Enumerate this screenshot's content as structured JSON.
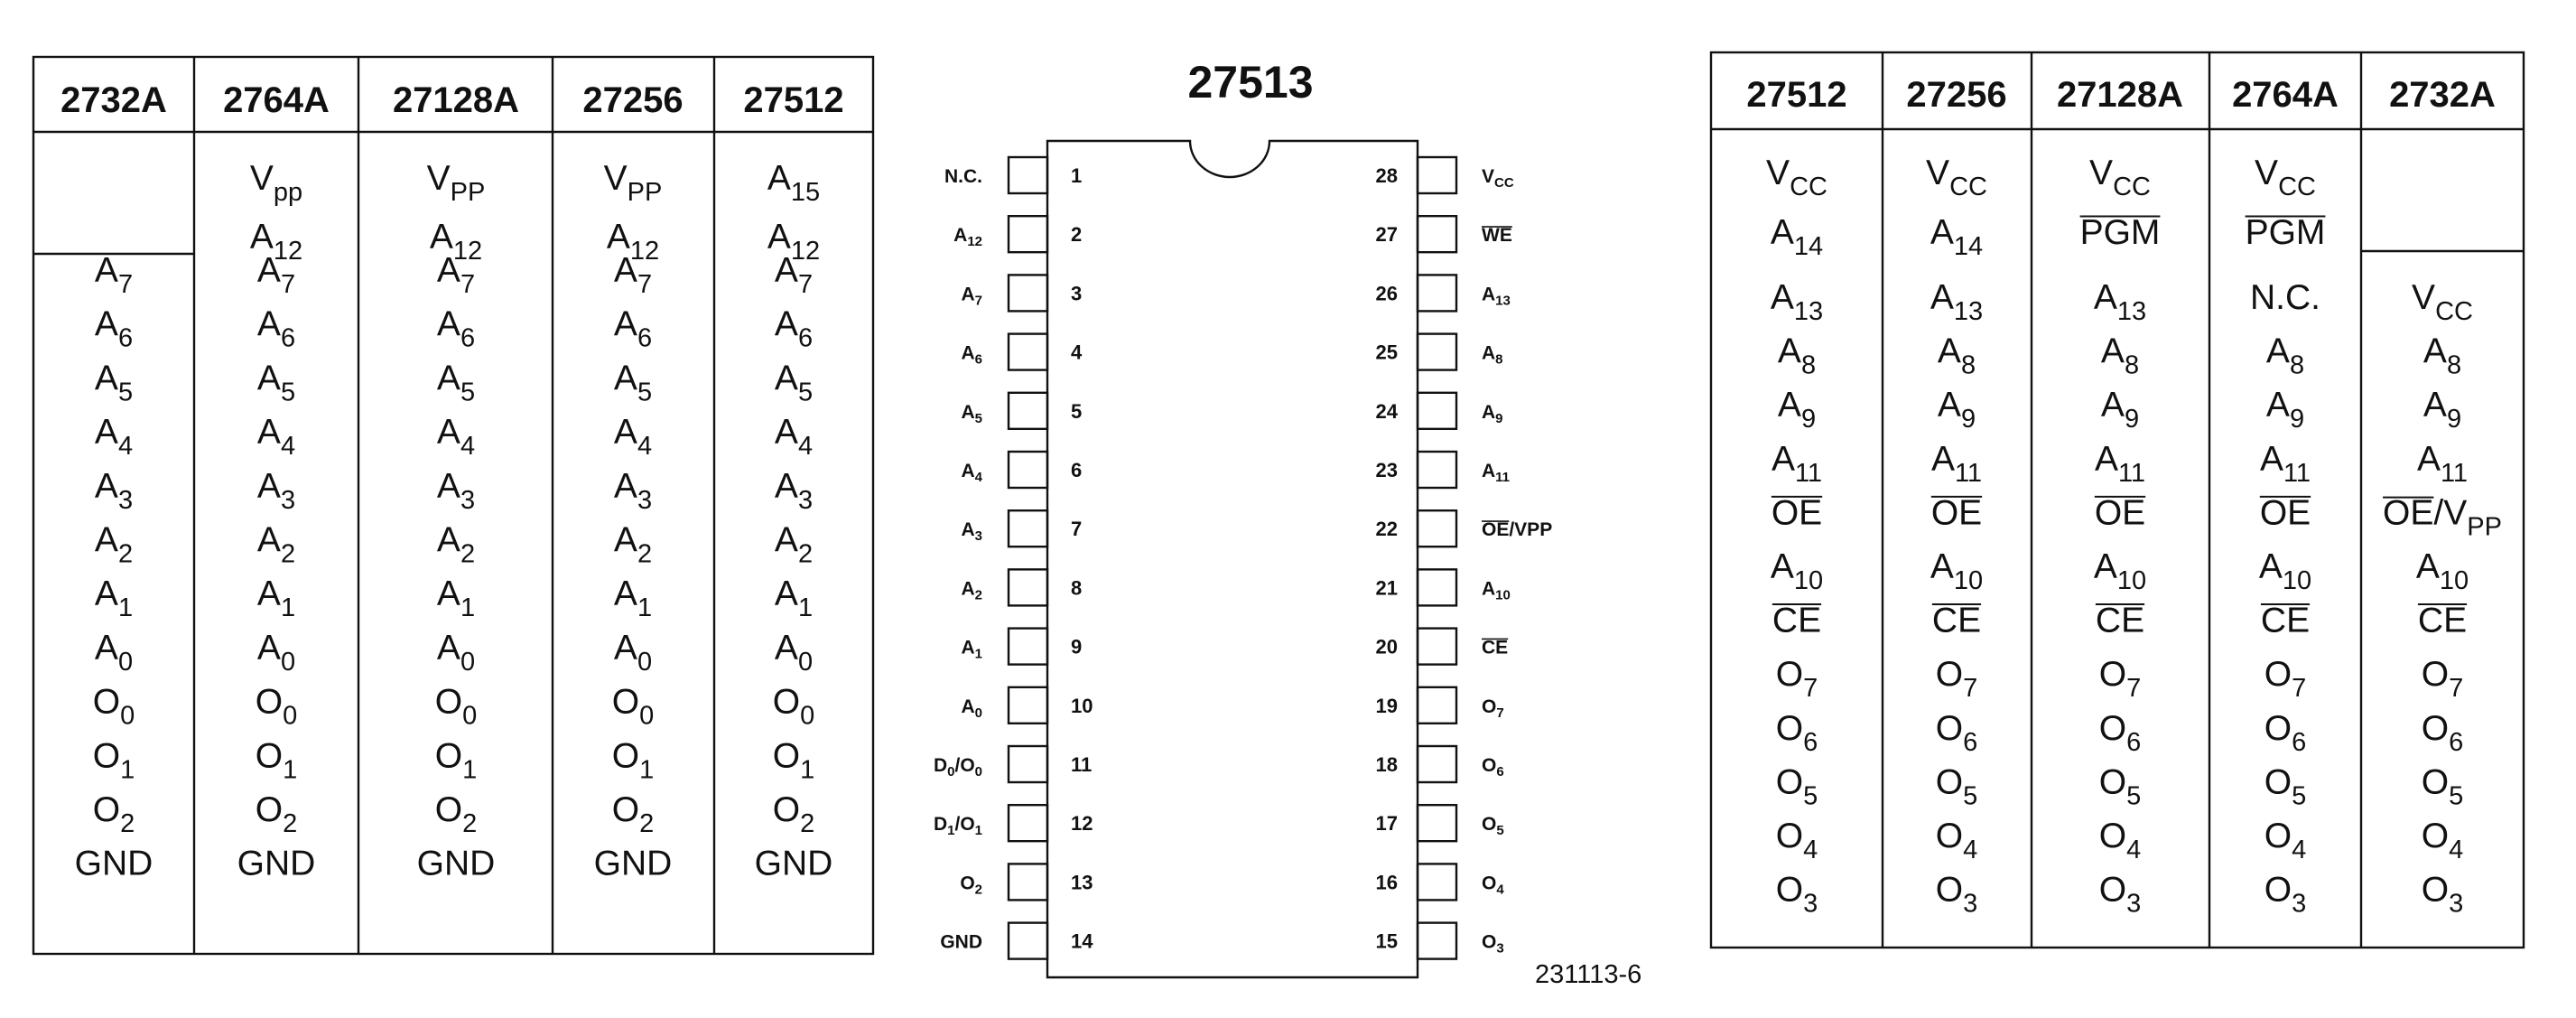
{
  "figure_id": "231113-6",
  "chip": {
    "title": "27513",
    "pins_left": [
      {
        "num": "1",
        "label": "N.C."
      },
      {
        "num": "2",
        "label": "A_{12}"
      },
      {
        "num": "3",
        "label": "A_{7}"
      },
      {
        "num": "4",
        "label": "A_{6}"
      },
      {
        "num": "5",
        "label": "A_{5}"
      },
      {
        "num": "6",
        "label": "A_{4}"
      },
      {
        "num": "7",
        "label": "A_{3}"
      },
      {
        "num": "8",
        "label": "A_{2}"
      },
      {
        "num": "9",
        "label": "A_{1}"
      },
      {
        "num": "10",
        "label": "A_{0}"
      },
      {
        "num": "11",
        "label": "D_{0}/O_{0}"
      },
      {
        "num": "12",
        "label": "D_{1}/O_{1}"
      },
      {
        "num": "13",
        "label": "O_{2}"
      },
      {
        "num": "14",
        "label": "GND"
      }
    ],
    "pins_right": [
      {
        "num": "28",
        "label": "V_{CC}"
      },
      {
        "num": "27",
        "label": "~WE~"
      },
      {
        "num": "26",
        "label": "A_{13}"
      },
      {
        "num": "25",
        "label": "A_{8}"
      },
      {
        "num": "24",
        "label": "A_{9}"
      },
      {
        "num": "23",
        "label": "A_{11}"
      },
      {
        "num": "22",
        "label": "~OE~/VPP"
      },
      {
        "num": "21",
        "label": "A_{10}"
      },
      {
        "num": "20",
        "label": "~CE~"
      },
      {
        "num": "19",
        "label": "O_{7}"
      },
      {
        "num": "18",
        "label": "O_{6}"
      },
      {
        "num": "17",
        "label": "O_{5}"
      },
      {
        "num": "16",
        "label": "O_{4}"
      },
      {
        "num": "15",
        "label": "O_{3}"
      }
    ]
  },
  "left_table": {
    "columns": [
      {
        "header": "2732A",
        "top": [],
        "rows": [
          "A_{7}",
          "A_{6}",
          "A_{5}",
          "A_{4}",
          "A_{3}",
          "A_{2}",
          "A_{1}",
          "A_{0}",
          "O_{0}",
          "O_{1}",
          "O_{2}",
          "GND"
        ]
      },
      {
        "header": "2764A",
        "top": [
          "V_{pp}",
          "A_{12}"
        ],
        "rows": [
          "A_{7}",
          "A_{6}",
          "A_{5}",
          "A_{4}",
          "A_{3}",
          "A_{2}",
          "A_{1}",
          "A_{0}",
          "O_{0}",
          "O_{1}",
          "O_{2}",
          "GND"
        ]
      },
      {
        "header": "27128A",
        "top": [
          "V_{PP}",
          "A_{12}"
        ],
        "rows": [
          "A_{7}",
          "A_{6}",
          "A_{5}",
          "A_{4}",
          "A_{3}",
          "A_{2}",
          "A_{1}",
          "A_{0}",
          "O_{0}",
          "O_{1}",
          "O_{2}",
          "GND"
        ]
      },
      {
        "header": "27256",
        "top": [
          "V_{PP}",
          "A_{12}"
        ],
        "rows": [
          "A_{7}",
          "A_{6}",
          "A_{5}",
          "A_{4}",
          "A_{3}",
          "A_{2}",
          "A_{1}",
          "A_{0}",
          "O_{0}",
          "O_{1}",
          "O_{2}",
          "GND"
        ]
      },
      {
        "header": "27512",
        "top": [
          "A_{15}",
          "A_{12}"
        ],
        "rows": [
          "A_{7}",
          "A_{6}",
          "A_{5}",
          "A_{4}",
          "A_{3}",
          "A_{2}",
          "A_{1}",
          "A_{0}",
          "O_{0}",
          "O_{1}",
          "O_{2}",
          "GND"
        ]
      }
    ]
  },
  "right_table": {
    "columns": [
      {
        "header": "27512",
        "top": [
          "V_{CC}",
          "A_{14}"
        ],
        "rows": [
          "A_{13}",
          "A_{8}",
          "A_{9}",
          "A_{11}",
          "~OE~",
          "A_{10}",
          "~CE~",
          "O_{7}",
          "O_{6}",
          "O_{5}",
          "O_{4}",
          "O_{3}"
        ]
      },
      {
        "header": "27256",
        "top": [
          "V_{CC}",
          "A_{14}"
        ],
        "rows": [
          "A_{13}",
          "A_{8}",
          "A_{9}",
          "A_{11}",
          "~OE~",
          "A_{10}",
          "~CE~",
          "O_{7}",
          "O_{6}",
          "O_{5}",
          "O_{4}",
          "O_{3}"
        ]
      },
      {
        "header": "27128A",
        "top": [
          "V_{CC}",
          "~PGM~"
        ],
        "rows": [
          "A_{13}",
          "A_{8}",
          "A_{9}",
          "A_{11}",
          "~OE~",
          "A_{10}",
          "~CE~",
          "O_{7}",
          "O_{6}",
          "O_{5}",
          "O_{4}",
          "O_{3}"
        ]
      },
      {
        "header": "2764A",
        "top": [
          "V_{CC}",
          "~PGM~"
        ],
        "rows": [
          "N.C.",
          "A_{8}",
          "A_{9}",
          "A_{11}",
          "~OE~",
          "A_{10}",
          "~CE~",
          "O_{7}",
          "O_{6}",
          "O_{5}",
          "O_{4}",
          "O_{3}"
        ]
      },
      {
        "header": "2732A",
        "top": [],
        "rows": [
          "V_{CC}",
          "A_{8}",
          "A_{9}",
          "A_{11}",
          "~OE~/V_{PP}",
          "A_{10}",
          "~CE~",
          "O_{7}",
          "O_{6}",
          "O_{5}",
          "O_{4}",
          "O_{3}"
        ]
      }
    ]
  }
}
